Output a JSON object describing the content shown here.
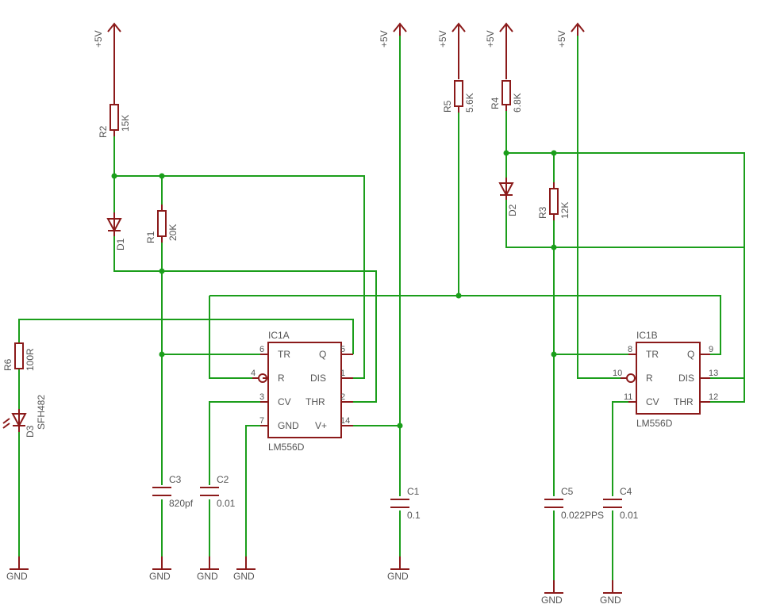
{
  "supplies": {
    "vcc": "+5V",
    "gnd": "GND"
  },
  "resistors": {
    "r1": {
      "name": "R1",
      "value": "20K"
    },
    "r2": {
      "name": "R2",
      "value": "15K"
    },
    "r3": {
      "name": "R3",
      "value": "12K"
    },
    "r4": {
      "name": "R4",
      "value": "6.8K"
    },
    "r5": {
      "name": "R5",
      "value": "5.6K"
    },
    "r6": {
      "name": "R6",
      "value": "100R"
    }
  },
  "capacitors": {
    "c1": {
      "name": "C1",
      "value": "0.1"
    },
    "c2": {
      "name": "C2",
      "value": "0.01"
    },
    "c3": {
      "name": "C3",
      "value": "820pf"
    },
    "c4": {
      "name": "C4",
      "value": "0.01"
    },
    "c5": {
      "name": "C5",
      "value": "0.022PPS"
    }
  },
  "diodes": {
    "d1": {
      "name": "D1"
    },
    "d2": {
      "name": "D2"
    },
    "d3": {
      "name": "D3",
      "value": "SFH482"
    }
  },
  "ic1a": {
    "name": "IC1A",
    "part": "LM556D",
    "pins": {
      "tr": "TR",
      "tr_num": "6",
      "q": "Q",
      "q_num": "5",
      "r": "R",
      "r_num": "4",
      "dis": "DIS",
      "dis_num": "1",
      "cv": "CV",
      "cv_num": "3",
      "thr": "THR",
      "thr_num": "2",
      "gnd": "GND",
      "gnd_num": "7",
      "vplus": "V+",
      "vplus_num": "14"
    }
  },
  "ic1b": {
    "name": "IC1B",
    "part": "LM556D",
    "pins": {
      "tr": "TR",
      "tr_num": "8",
      "q": "Q",
      "q_num": "9",
      "r": "R",
      "r_num": "10",
      "dis": "DIS",
      "dis_num": "13",
      "cv": "CV",
      "cv_num": "11",
      "thr": "THR",
      "thr_num": "12"
    }
  },
  "colors": {
    "wire": "#1b9e1b",
    "component": "#8b1a1a",
    "label": "#555555"
  }
}
